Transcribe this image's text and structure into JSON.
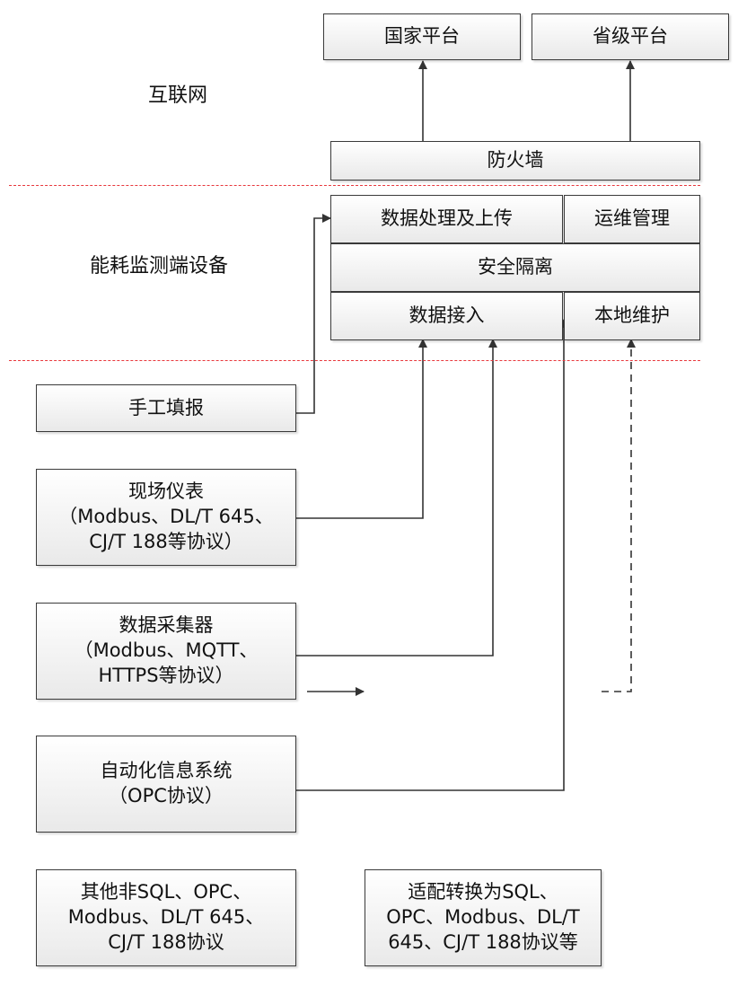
{
  "zones": {
    "internet": "互联网",
    "device": "能耗监测端设备"
  },
  "platforms": {
    "national": "国家平台",
    "provincial": "省级平台"
  },
  "firewall": "防火墙",
  "device_modules": {
    "processing_upload": "数据处理及上传",
    "ops_management": "运维管理",
    "security_isolation": "安全隔离",
    "data_access": "数据接入",
    "local_maintenance": "本地维护"
  },
  "sources": {
    "manual": "手工填报",
    "meters": [
      "现场仪表",
      "（Modbus、DL/T 645、",
      "CJ/T 188等协议）"
    ],
    "collector": [
      "数据采集器",
      "（Modbus、MQTT、",
      "HTTPS等协议）"
    ],
    "automation": [
      "自动化信息系统",
      "（OPC协议）"
    ],
    "other": [
      "其他非SQL、OPC、",
      "Modbus、DL/T 645、",
      "CJ/T 188协议"
    ],
    "adapter": [
      "适配转换为SQL、",
      "OPC、Modbus、DL/T",
      "645、CJ/T 188协议等"
    ]
  },
  "colors": {
    "separator": "#e8383d",
    "line": "#333333"
  }
}
